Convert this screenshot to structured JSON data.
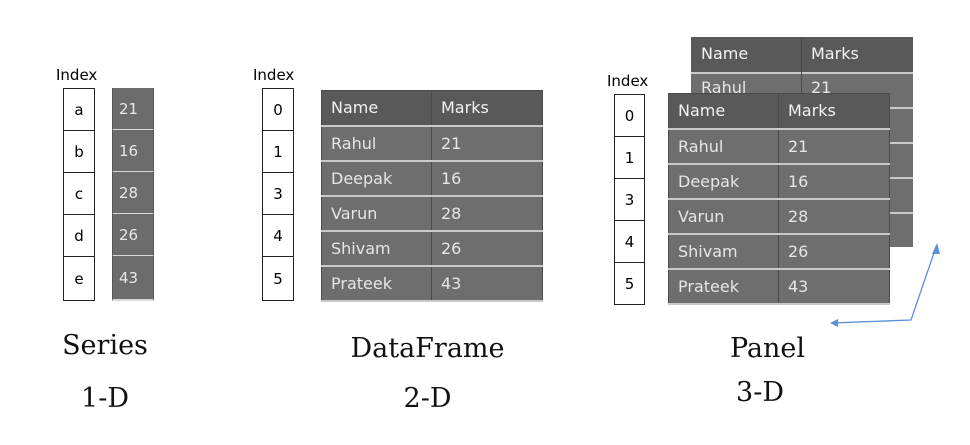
{
  "index_label": "Index",
  "series": {
    "index": [
      "a",
      "b",
      "c",
      "d",
      "e"
    ],
    "values": [
      "21",
      "16",
      "28",
      "26",
      "43"
    ],
    "title": "Series",
    "dim": "1-D"
  },
  "dataframe": {
    "index": [
      "0",
      "1",
      "3",
      "4",
      "5"
    ],
    "columns": [
      "Name",
      "Marks"
    ],
    "rows": [
      [
        "Rahul",
        "21"
      ],
      [
        "Deepak",
        "16"
      ],
      [
        "Varun",
        "28"
      ],
      [
        "Shivam",
        "26"
      ],
      [
        "Prateek",
        "43"
      ]
    ],
    "title": "DataFrame",
    "dim": "2-D"
  },
  "panel": {
    "index": [
      "0",
      "1",
      "3",
      "4",
      "5"
    ],
    "back_columns": [
      "Name",
      "Marks"
    ],
    "back_first_row": [
      "Rahul",
      "21"
    ],
    "columns": [
      "Name",
      "Marks"
    ],
    "rows": [
      [
        "Rahul",
        "21"
      ],
      [
        "Deepak",
        "16"
      ],
      [
        "Varun",
        "28"
      ],
      [
        "Shivam",
        "26"
      ],
      [
        "Prateek",
        "43"
      ]
    ],
    "title": "Panel",
    "dim": "3-D"
  }
}
